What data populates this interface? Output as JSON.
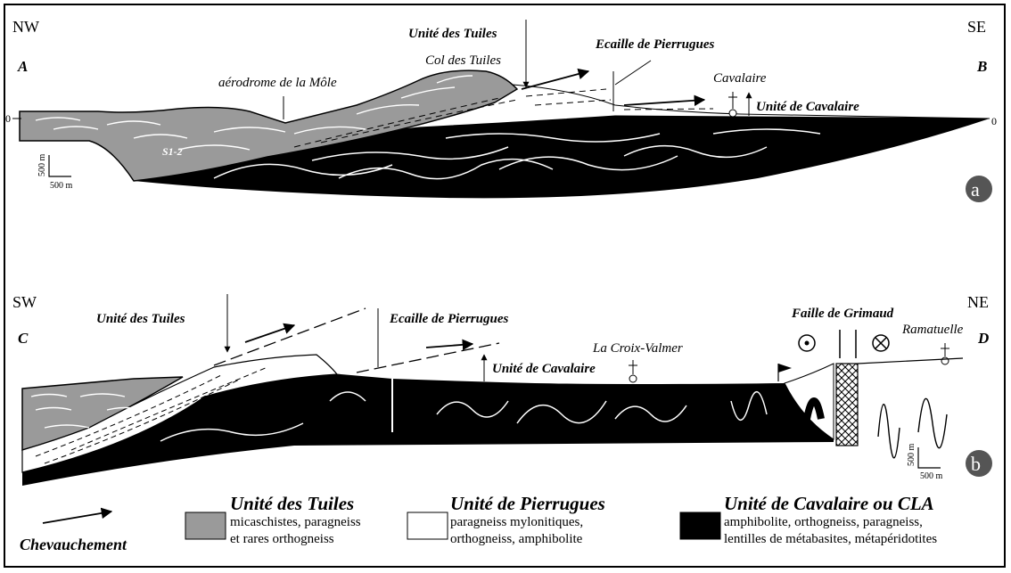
{
  "section_a": {
    "corner_left": "NW",
    "corner_right": "SE",
    "point_left": "A",
    "point_right": "B",
    "unit_tuiles": "Unité des Tuiles",
    "col_tuiles": "Col des Tuiles",
    "ecaille": "Ecaille de Pierrugues",
    "aerodrome": "aérodrome de la Môle",
    "cavalaire_town": "Cavalaire",
    "unit_cavalaire": "Unité de Cavalaire",
    "s12": "S1-2",
    "zero_left": "0",
    "zero_right": "0",
    "scale_v": "500 m",
    "scale_h": "500 m",
    "panel_letter": "a"
  },
  "section_b": {
    "corner_left": "SW",
    "corner_right": "NE",
    "point_left": "C",
    "point_right": "D",
    "unit_tuiles": "Unité des Tuiles",
    "ecaille": "Ecaille de Pierrugues",
    "unit_cavalaire": "Unité de Cavalaire",
    "croix_valmer": "La Croix-Valmer",
    "faille": "Faille de Grimaud",
    "ramatuelle": "Ramatuelle",
    "scale_v": "500 m",
    "scale_h": "500 m",
    "panel_letter": "b"
  },
  "legend": {
    "thrust_label": "Chevauchement",
    "tuiles_title": "Unité des Tuiles",
    "tuiles_desc1": "micaschistes, paragneiss",
    "tuiles_desc2": "et rares orthogneiss",
    "pierrugues_title": "Unité de Pierrugues",
    "pierrugues_desc1": "paragneiss mylonitiques,",
    "pierrugues_desc2": "orthogneiss, amphibolite",
    "cavalaire_title": "Unité de Cavalaire ou CLA",
    "cavalaire_desc1": "amphibolite, orthogneiss, paragneiss,",
    "cavalaire_desc2": "lentilles de métabasites, métapéridotites"
  },
  "colors": {
    "tuiles": "#9a9a9a",
    "pierrugues": "#ffffff",
    "cavalaire": "#000000"
  }
}
